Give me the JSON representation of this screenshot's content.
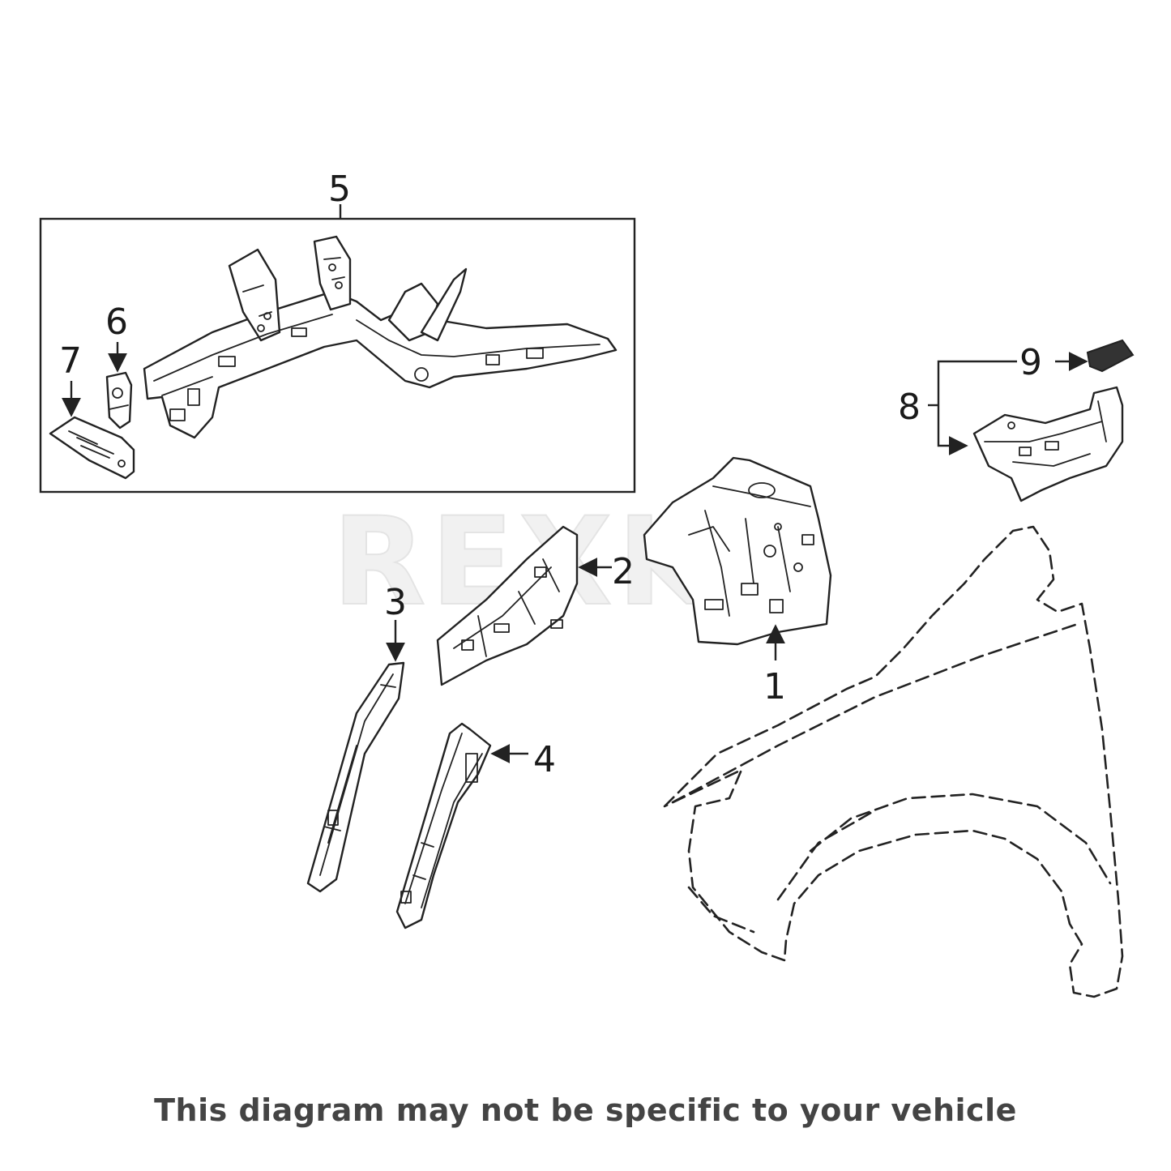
{
  "watermark": "REXK",
  "callouts": {
    "c1": "1",
    "c2": "2",
    "c3": "3",
    "c4": "4",
    "c5": "5",
    "c6": "6",
    "c7": "7",
    "c8": "8",
    "c9": "9"
  },
  "disclaimer": "This diagram may not be specific to your vehicle",
  "colors": {
    "line": "#222222",
    "text": "#444444",
    "background": "#ffffff"
  }
}
